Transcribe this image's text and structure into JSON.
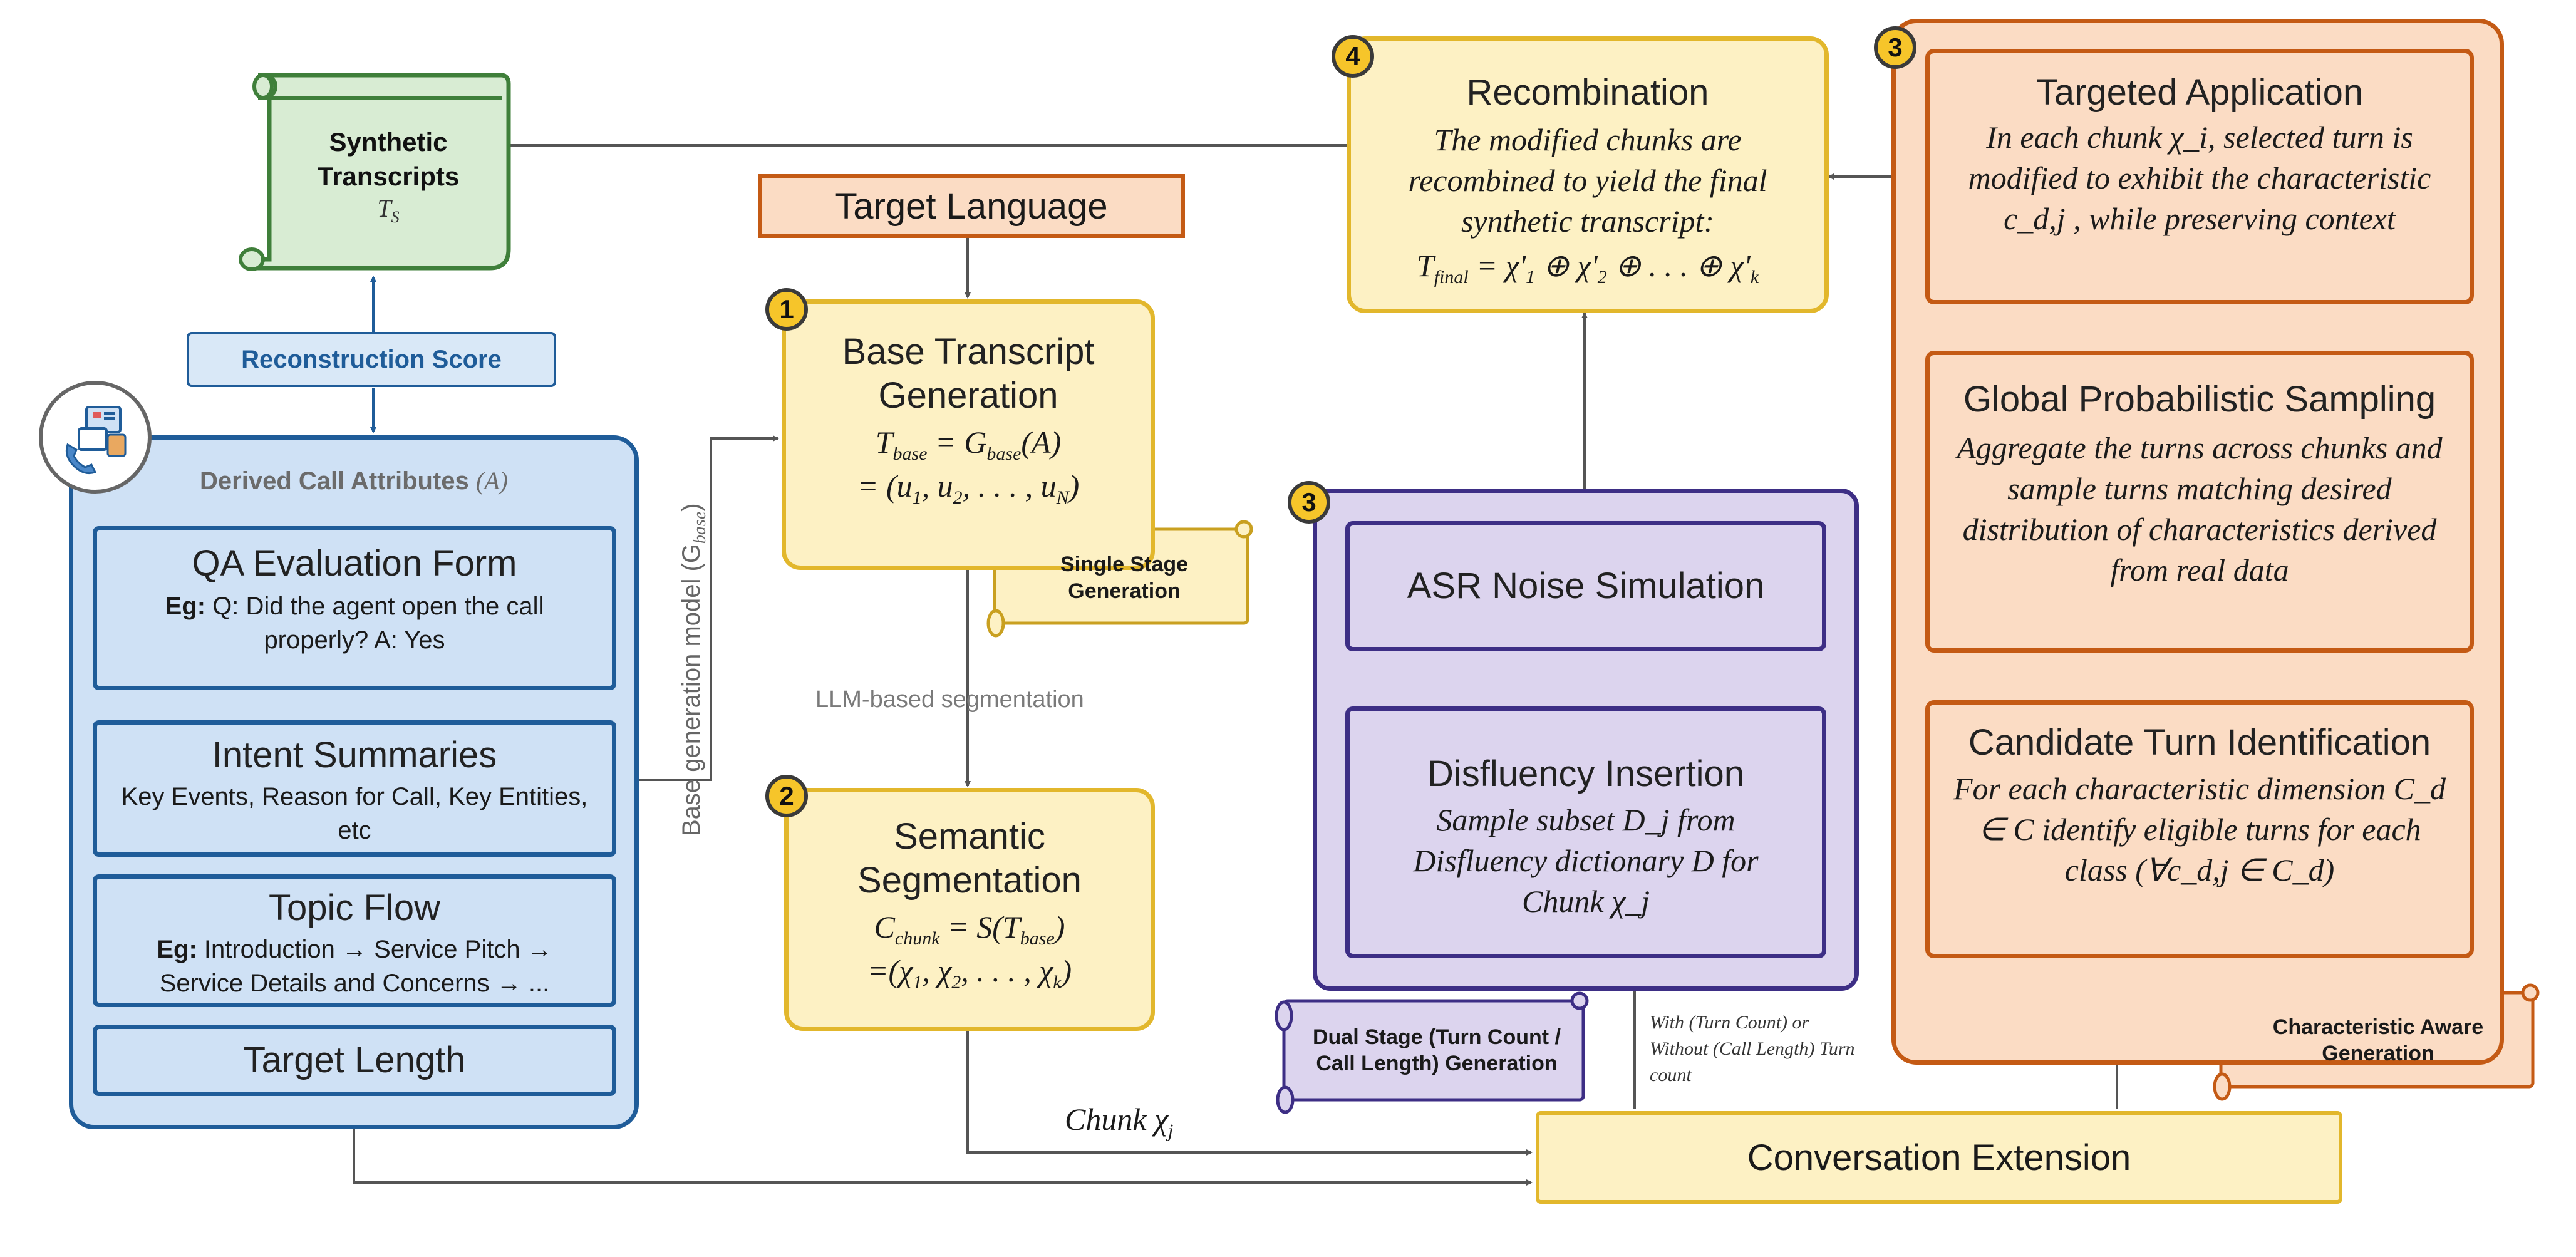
{
  "synthetic": {
    "title": "Synthetic Transcripts",
    "symbol": "T_S"
  },
  "reconstruction_score": "Reconstruction Score",
  "derived": {
    "title": "Derived Call Attributes",
    "symbol": "(A)",
    "qa": {
      "title": "QA Evaluation Form",
      "eg": "Eg:",
      "text": "Q: Did the agent open the call properly? A: Yes"
    },
    "intent": {
      "title": "Intent Summaries",
      "text": "Key Events, Reason for Call, Key Entities, etc"
    },
    "topic": {
      "title": "Topic Flow",
      "eg": "Eg:",
      "text": "Introduction → Service Pitch → Service Details and Concerns → ..."
    },
    "length": {
      "title": "Target Length"
    }
  },
  "base_model_label": "Base generation model (G",
  "base_model_sub": "base",
  "target_language": "Target Language",
  "base": {
    "badge": "1",
    "title": "Base Transcript Generation",
    "eq1": "T_base = G_base(A)",
    "eq2": "= (u_1, u_2, . . . , u_N)"
  },
  "single_stage": "Single Stage Generation",
  "llm_seg": "LLM-based segmentation",
  "semantic": {
    "badge": "2",
    "title": "Semantic Segmentation",
    "eq1": "C_chunk = S(T_base)",
    "eq2": "=(χ_1, χ_2, . . . , χ_k)"
  },
  "chunk_label": "Chunk χ_j",
  "recombination": {
    "badge": "4",
    "title": "Recombination",
    "text": "The modified chunks are recombined to yield the final synthetic transcript:",
    "eq": "T_final = χ'_1 ⊕ χ'_2 ⊕ . . . ⊕ χ'_k"
  },
  "asr": {
    "badge": "3",
    "title": "ASR Noise Simulation"
  },
  "disfluency": {
    "title": "Disfluency Insertion",
    "text": "Sample subset D_j from Disfluency dictionary D for Chunk χ_j"
  },
  "dual_stage": "Dual Stage (Turn Count / Call Length) Generation",
  "with_without": "With (Turn Count) or Without (Call Length) Turn count",
  "conversation_extension": "Conversation Extension",
  "char": {
    "badge": "3",
    "targeted": {
      "title": "Targeted Application",
      "text": "In each chunk χ_i, selected turn is modified to exhibit the characteristic c_d,j , while preserving context"
    },
    "global": {
      "title": "Global Probabilistic Sampling",
      "text": "Aggregate the turns across chunks and sample turns matching desired distribution of characteristics derived from real data"
    },
    "candidate": {
      "title": "Candidate Turn Identification",
      "text": "For each characteristic dimension C_d ∈ C identify eligible turns for each class (∀c_d,j ∈ C_d)"
    }
  },
  "char_aware": "Characteristic Aware Generation",
  "colors": {
    "blue": "#1f5c99",
    "yellow": "#e2b72c",
    "orange": "#c45a14",
    "purple": "#3d2e85",
    "green": "#3f7f3a"
  },
  "icons": [
    "phone-attributes-icon"
  ]
}
